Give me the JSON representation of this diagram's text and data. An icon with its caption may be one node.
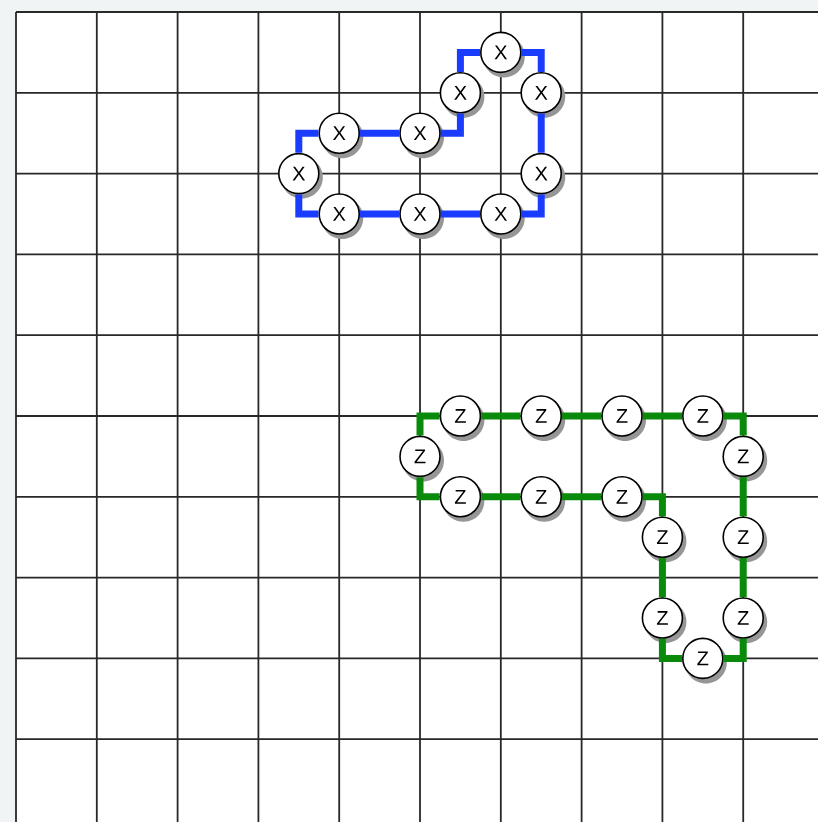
{
  "diagram": {
    "nodes": [
      {
        "text": [
          "X"
        ]
      },
      {
        "text": [
          "X"
        ]
      },
      {
        "text": [
          "X"
        ]
      },
      {
        "text": [
          "X"
        ]
      },
      {
        "text": [
          "X"
        ]
      },
      {
        "text": [
          "X"
        ]
      },
      {
        "text": [
          "X"
        ]
      },
      {
        "text": [
          "X"
        ]
      },
      {
        "text": [
          "X"
        ]
      },
      {
        "text": [
          "X"
        ]
      },
      {
        "text": [
          "Z"
        ]
      },
      {
        "text": [
          "Z"
        ]
      },
      {
        "text": [
          "Z"
        ]
      },
      {
        "text": [
          "Z"
        ]
      },
      {
        "text": [
          "Z"
        ]
      },
      {
        "text": [
          "Z"
        ]
      },
      {
        "text": [
          "Z"
        ]
      },
      {
        "text": [
          "Z"
        ]
      },
      {
        "text": [
          "Z"
        ]
      },
      {
        "text": [
          "Z"
        ]
      },
      {
        "text": [
          "Z"
        ]
      },
      {
        "text": [
          "Z"
        ]
      },
      {
        "text": [
          "Z"
        ]
      },
      {
        "text": [
          "Z"
        ]
      }
    ],
    "edges": [
      {
        "from": 0,
        "to": 1,
        "arrow": "none",
        "color": "#1a3cff"
      },
      {
        "from": 1,
        "to": 2,
        "arrow": "none",
        "color": "#1a3cff"
      },
      {
        "from": 2,
        "to": 3,
        "arrow": "none",
        "color": "#1a3cff"
      },
      {
        "from": 3,
        "to": 4,
        "arrow": "none",
        "color": "#1a3cff"
      },
      {
        "from": 4,
        "to": 5,
        "arrow": "none",
        "color": "#1a3cff"
      },
      {
        "from": 5,
        "to": 6,
        "arrow": "none",
        "color": "#1a3cff"
      },
      {
        "from": 6,
        "to": 7,
        "arrow": "none",
        "color": "#1a3cff"
      },
      {
        "from": 7,
        "to": 8,
        "arrow": "none",
        "color": "#1a3cff"
      },
      {
        "from": 8,
        "to": 9,
        "arrow": "none",
        "color": "#1a3cff"
      },
      {
        "from": 9,
        "to": 0,
        "arrow": "none",
        "color": "#1a3cff"
      },
      {
        "from": 10,
        "to": 11,
        "arrow": "none",
        "color": "#0a8a0a"
      },
      {
        "from": 11,
        "to": 12,
        "arrow": "none",
        "color": "#0a8a0a"
      },
      {
        "from": 12,
        "to": 13,
        "arrow": "none",
        "color": "#0a8a0a"
      },
      {
        "from": 13,
        "to": 14,
        "arrow": "none",
        "color": "#0a8a0a"
      },
      {
        "from": 14,
        "to": 15,
        "arrow": "none",
        "color": "#0a8a0a"
      },
      {
        "from": 15,
        "to": 16,
        "arrow": "none",
        "color": "#0a8a0a"
      },
      {
        "from": 16,
        "to": 17,
        "arrow": "none",
        "color": "#0a8a0a"
      },
      {
        "from": 17,
        "to": 18,
        "arrow": "none",
        "color": "#0a8a0a"
      },
      {
        "from": 18,
        "to": 19,
        "arrow": "none",
        "color": "#0a8a0a"
      },
      {
        "from": 19,
        "to": 20,
        "arrow": "none",
        "color": "#0a8a0a"
      },
      {
        "from": 20,
        "to": 21,
        "arrow": "none",
        "color": "#0a8a0a"
      },
      {
        "from": 21,
        "to": 22,
        "arrow": "none",
        "color": "#0a8a0a"
      },
      {
        "from": 22,
        "to": 23,
        "arrow": "none",
        "color": "#0a8a0a"
      },
      {
        "from": 23,
        "to": 10,
        "arrow": "none",
        "color": "#0a8a0a"
      }
    ]
  }
}
